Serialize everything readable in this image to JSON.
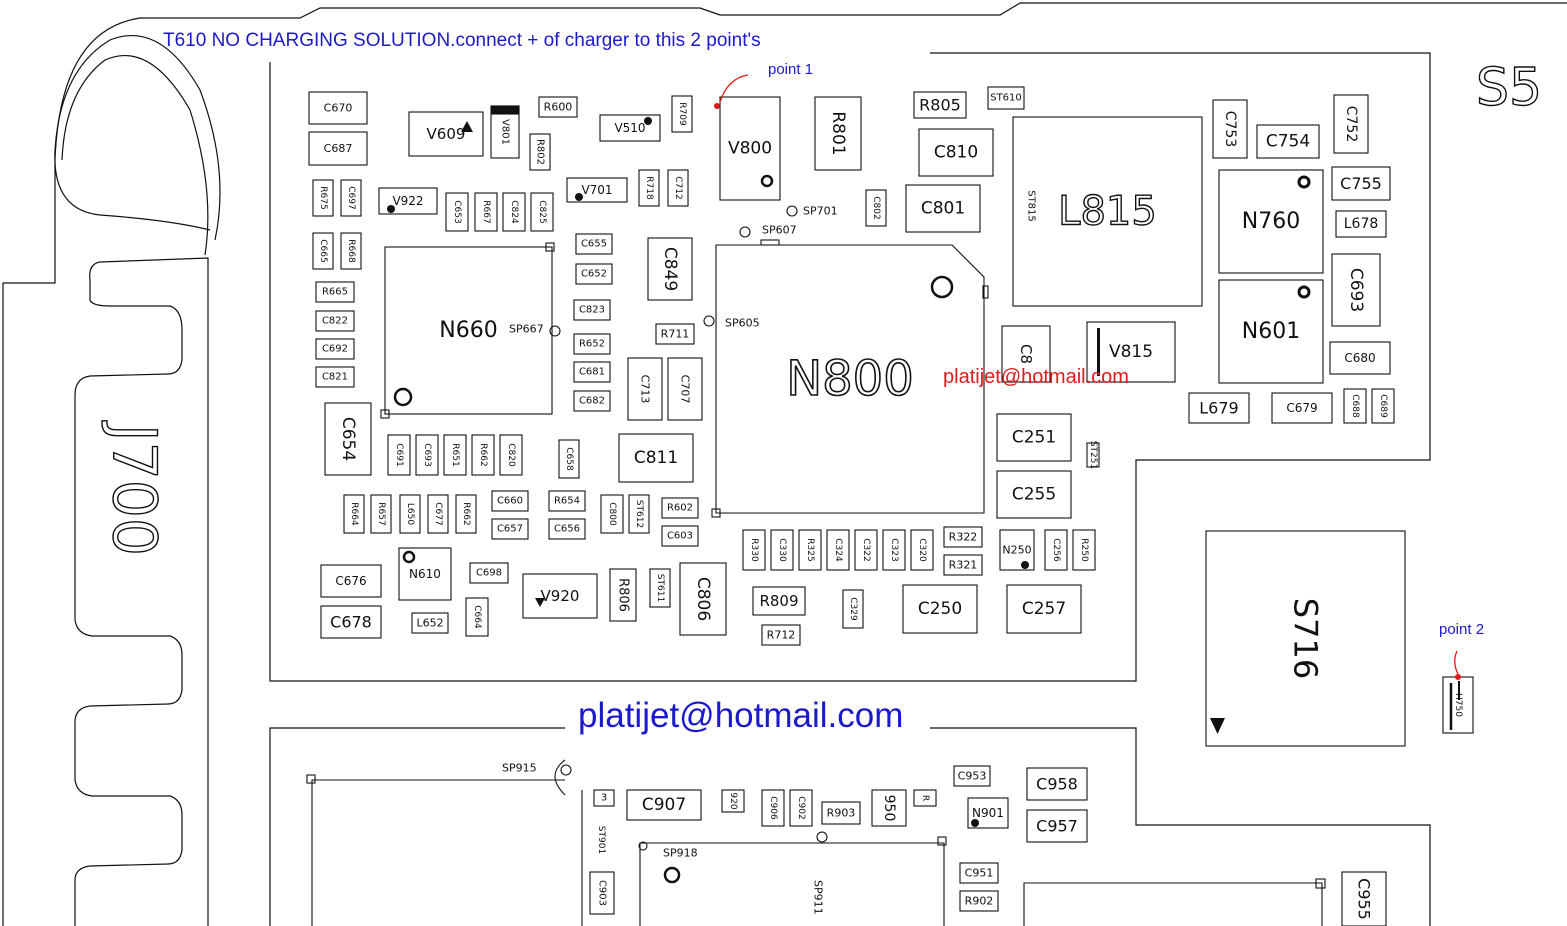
{
  "title": "T610 NO CHARGING SOLUTION.connect + of charger to this 2 point's",
  "watermark_center": "platijet@hotmail.com",
  "watermark_red": "platijet@hotmail.com",
  "point1_label": "point 1",
  "point2_label": "point 2",
  "colors": {
    "title": "#1a1acc",
    "red_text": "#e01a1a",
    "marker": "#e01a1a",
    "ink": "#111111"
  },
  "components": [
    {
      "id": "c670",
      "label": "C670",
      "orient": "h"
    },
    {
      "id": "c687",
      "label": "C687",
      "orient": "h"
    },
    {
      "id": "v609",
      "label": "V609",
      "orient": "h"
    },
    {
      "id": "v801",
      "label": "V801",
      "orient": "v"
    },
    {
      "id": "r600",
      "label": "R600",
      "orient": "h"
    },
    {
      "id": "r802",
      "label": "R802",
      "orient": "v"
    },
    {
      "id": "v510",
      "label": "V510",
      "orient": "h"
    },
    {
      "id": "r709",
      "label": "R709",
      "orient": "v"
    },
    {
      "id": "v800",
      "label": "V800",
      "orient": "h"
    },
    {
      "id": "r801",
      "label": "R801",
      "orient": "v"
    },
    {
      "id": "r805",
      "label": "R805",
      "orient": "h"
    },
    {
      "id": "st610",
      "label": "ST610",
      "orient": "h"
    },
    {
      "id": "c810",
      "label": "C810",
      "orient": "h"
    },
    {
      "id": "c801",
      "label": "C801",
      "orient": "h"
    },
    {
      "id": "c802",
      "label": "C802",
      "orient": "v"
    },
    {
      "id": "r675",
      "label": "R675",
      "orient": "v"
    },
    {
      "id": "c697",
      "label": "C697",
      "orient": "v"
    },
    {
      "id": "v922",
      "label": "V922",
      "orient": "h"
    },
    {
      "id": "c653",
      "label": "C653",
      "orient": "v"
    },
    {
      "id": "r667",
      "label": "R667",
      "orient": "v"
    },
    {
      "id": "c824",
      "label": "C824",
      "orient": "v"
    },
    {
      "id": "c825",
      "label": "C825",
      "orient": "v"
    },
    {
      "id": "v701",
      "label": "V701",
      "orient": "h"
    },
    {
      "id": "r718",
      "label": "R718",
      "orient": "v"
    },
    {
      "id": "c712",
      "label": "C712",
      "orient": "v"
    },
    {
      "id": "c665",
      "label": "C665",
      "orient": "v"
    },
    {
      "id": "r668",
      "label": "R668",
      "orient": "v"
    },
    {
      "id": "c655",
      "label": "C655",
      "orient": "h"
    },
    {
      "id": "c652",
      "label": "C652",
      "orient": "h"
    },
    {
      "id": "c849",
      "label": "C849",
      "orient": "v"
    },
    {
      "id": "r665",
      "label": "R665",
      "orient": "h"
    },
    {
      "id": "c822",
      "label": "C822",
      "orient": "h"
    },
    {
      "id": "c823",
      "label": "C823",
      "orient": "h"
    },
    {
      "id": "n660",
      "label": "N660",
      "orient": "h"
    },
    {
      "id": "r711",
      "label": "R711",
      "orient": "h"
    },
    {
      "id": "c692",
      "label": "C692",
      "orient": "h"
    },
    {
      "id": "r652",
      "label": "R652",
      "orient": "h"
    },
    {
      "id": "c821",
      "label": "C821",
      "orient": "h"
    },
    {
      "id": "c681",
      "label": "C681",
      "orient": "h"
    },
    {
      "id": "c713",
      "label": "C713",
      "orient": "v"
    },
    {
      "id": "c707",
      "label": "C707",
      "orient": "v"
    },
    {
      "id": "c682",
      "label": "C682",
      "orient": "h"
    },
    {
      "id": "c654",
      "label": "C654",
      "orient": "v"
    },
    {
      "id": "c691",
      "label": "C691",
      "orient": "v"
    },
    {
      "id": "c693b",
      "label": "C693",
      "orient": "v"
    },
    {
      "id": "r651",
      "label": "R651",
      "orient": "v"
    },
    {
      "id": "r662",
      "label": "R662",
      "orient": "v"
    },
    {
      "id": "c820",
      "label": "C820",
      "orient": "v"
    },
    {
      "id": "c658",
      "label": "C658",
      "orient": "v"
    },
    {
      "id": "c811",
      "label": "C811",
      "orient": "h"
    },
    {
      "id": "r664",
      "label": "R664",
      "orient": "v"
    },
    {
      "id": "r657",
      "label": "R657",
      "orient": "v"
    },
    {
      "id": "l650",
      "label": "L650",
      "orient": "v"
    },
    {
      "id": "c677",
      "label": "C677",
      "orient": "v"
    },
    {
      "id": "r662b",
      "label": "R662",
      "orient": "v"
    },
    {
      "id": "c660",
      "label": "C660",
      "orient": "h"
    },
    {
      "id": "c657",
      "label": "C657",
      "orient": "h"
    },
    {
      "id": "r654",
      "label": "R654",
      "orient": "h"
    },
    {
      "id": "c656",
      "label": "C656",
      "orient": "h"
    },
    {
      "id": "c800",
      "label": "C800",
      "orient": "v"
    },
    {
      "id": "st612",
      "label": "ST612",
      "orient": "v"
    },
    {
      "id": "r602",
      "label": "R602",
      "orient": "h"
    },
    {
      "id": "c603",
      "label": "C603",
      "orient": "h"
    },
    {
      "id": "c676",
      "label": "C676",
      "orient": "h"
    },
    {
      "id": "n610",
      "label": "N610",
      "orient": "h"
    },
    {
      "id": "c698",
      "label": "C698",
      "orient": "h"
    },
    {
      "id": "v920",
      "label": "V920",
      "orient": "h"
    },
    {
      "id": "r806",
      "label": "R806",
      "orient": "v"
    },
    {
      "id": "st611",
      "label": "ST611",
      "orient": "v"
    },
    {
      "id": "c806",
      "label": "C806",
      "orient": "v"
    },
    {
      "id": "c678",
      "label": "C678",
      "orient": "h"
    },
    {
      "id": "l652",
      "label": "L652",
      "orient": "h"
    },
    {
      "id": "c664",
      "label": "C664",
      "orient": "v"
    },
    {
      "id": "r330",
      "label": "R330",
      "orient": "v"
    },
    {
      "id": "c330",
      "label": "C330",
      "orient": "v"
    },
    {
      "id": "r325",
      "label": "R325",
      "orient": "v"
    },
    {
      "id": "c324",
      "label": "C324",
      "orient": "v"
    },
    {
      "id": "c322",
      "label": "C322",
      "orient": "v"
    },
    {
      "id": "c323",
      "label": "C323",
      "orient": "v"
    },
    {
      "id": "c320",
      "label": "C320",
      "orient": "v"
    },
    {
      "id": "r322",
      "label": "R322",
      "orient": "h"
    },
    {
      "id": "r321",
      "label": "R321",
      "orient": "h"
    },
    {
      "id": "r809",
      "label": "R809",
      "orient": "h"
    },
    {
      "id": "r712",
      "label": "R712",
      "orient": "h"
    },
    {
      "id": "c329",
      "label": "C329",
      "orient": "v"
    },
    {
      "id": "c250",
      "label": "C250",
      "orient": "h"
    },
    {
      "id": "c257",
      "label": "C257",
      "orient": "h"
    },
    {
      "id": "n250",
      "label": "N250",
      "orient": "h"
    },
    {
      "id": "c256",
      "label": "C256",
      "orient": "v"
    },
    {
      "id": "r250",
      "label": "R250",
      "orient": "v"
    },
    {
      "id": "c251",
      "label": "C251",
      "orient": "h"
    },
    {
      "id": "c255",
      "label": "C255",
      "orient": "h"
    },
    {
      "id": "st251",
      "label": "ST251",
      "orient": "v"
    },
    {
      "id": "c8x",
      "label": "C8",
      "orient": "v"
    },
    {
      "id": "v815",
      "label": "V815",
      "orient": "h"
    },
    {
      "id": "l815",
      "label": "L815",
      "orient": "h"
    },
    {
      "id": "st815",
      "label": "ST815",
      "orient": "v"
    },
    {
      "id": "c753",
      "label": "C753",
      "orient": "v"
    },
    {
      "id": "c754",
      "label": "C754",
      "orient": "h"
    },
    {
      "id": "c752",
      "label": "C752",
      "orient": "v"
    },
    {
      "id": "n760",
      "label": "N760",
      "orient": "h"
    },
    {
      "id": "c755",
      "label": "C755",
      "orient": "h"
    },
    {
      "id": "l678",
      "label": "L678",
      "orient": "h"
    },
    {
      "id": "c693",
      "label": "C693",
      "orient": "v"
    },
    {
      "id": "n601",
      "label": "N601",
      "orient": "h"
    },
    {
      "id": "c680",
      "label": "C680",
      "orient": "h"
    },
    {
      "id": "l679",
      "label": "L679",
      "orient": "h"
    },
    {
      "id": "c679",
      "label": "C679",
      "orient": "h"
    },
    {
      "id": "c688",
      "label": "C688",
      "orient": "v"
    },
    {
      "id": "c689",
      "label": "C689",
      "orient": "v"
    },
    {
      "id": "n800",
      "label": "N800",
      "orient": "h"
    },
    {
      "id": "s716",
      "label": "S716",
      "orient": "v"
    },
    {
      "id": "h750",
      "label": "H750",
      "orient": "v"
    },
    {
      "id": "c953",
      "label": "C953",
      "orient": "h"
    },
    {
      "id": "c958",
      "label": "C958",
      "orient": "h"
    },
    {
      "id": "c957",
      "label": "C957",
      "orient": "h"
    },
    {
      "id": "n901",
      "label": "N901",
      "orient": "h"
    },
    {
      "id": "c951",
      "label": "C951",
      "orient": "h"
    },
    {
      "id": "r902",
      "label": "R902",
      "orient": "h"
    },
    {
      "id": "c907",
      "label": "C907",
      "orient": "h"
    },
    {
      "id": "r903",
      "label": "R903",
      "orient": "h"
    },
    {
      "id": "c906",
      "label": "C906",
      "orient": "v"
    },
    {
      "id": "c902",
      "label": "C902",
      "orient": "v"
    },
    {
      "id": "frag950",
      "label": "950",
      "orient": "v"
    },
    {
      "id": "frag920",
      "label": "920",
      "orient": "v"
    },
    {
      "id": "frag3",
      "label": "3",
      "orient": "h"
    },
    {
      "id": "fragR",
      "label": "R",
      "orient": "v"
    },
    {
      "id": "st901",
      "label": "ST901",
      "orient": "v"
    },
    {
      "id": "c903",
      "label": "C903",
      "orient": "v"
    },
    {
      "id": "c955",
      "label": "C955",
      "orient": "v"
    },
    {
      "id": "j700",
      "label": "J700",
      "orient": "v"
    },
    {
      "id": "s5",
      "label": "S5",
      "orient": "h"
    }
  ],
  "test_points": [
    {
      "id": "sp701",
      "label": "SP701"
    },
    {
      "id": "sp607",
      "label": "SP607"
    },
    {
      "id": "sp667",
      "label": "SP667"
    },
    {
      "id": "sp605",
      "label": "SP605"
    },
    {
      "id": "sp915",
      "label": "SP915"
    },
    {
      "id": "sp918",
      "label": "SP918"
    },
    {
      "id": "sp911",
      "label": "SP911"
    }
  ]
}
